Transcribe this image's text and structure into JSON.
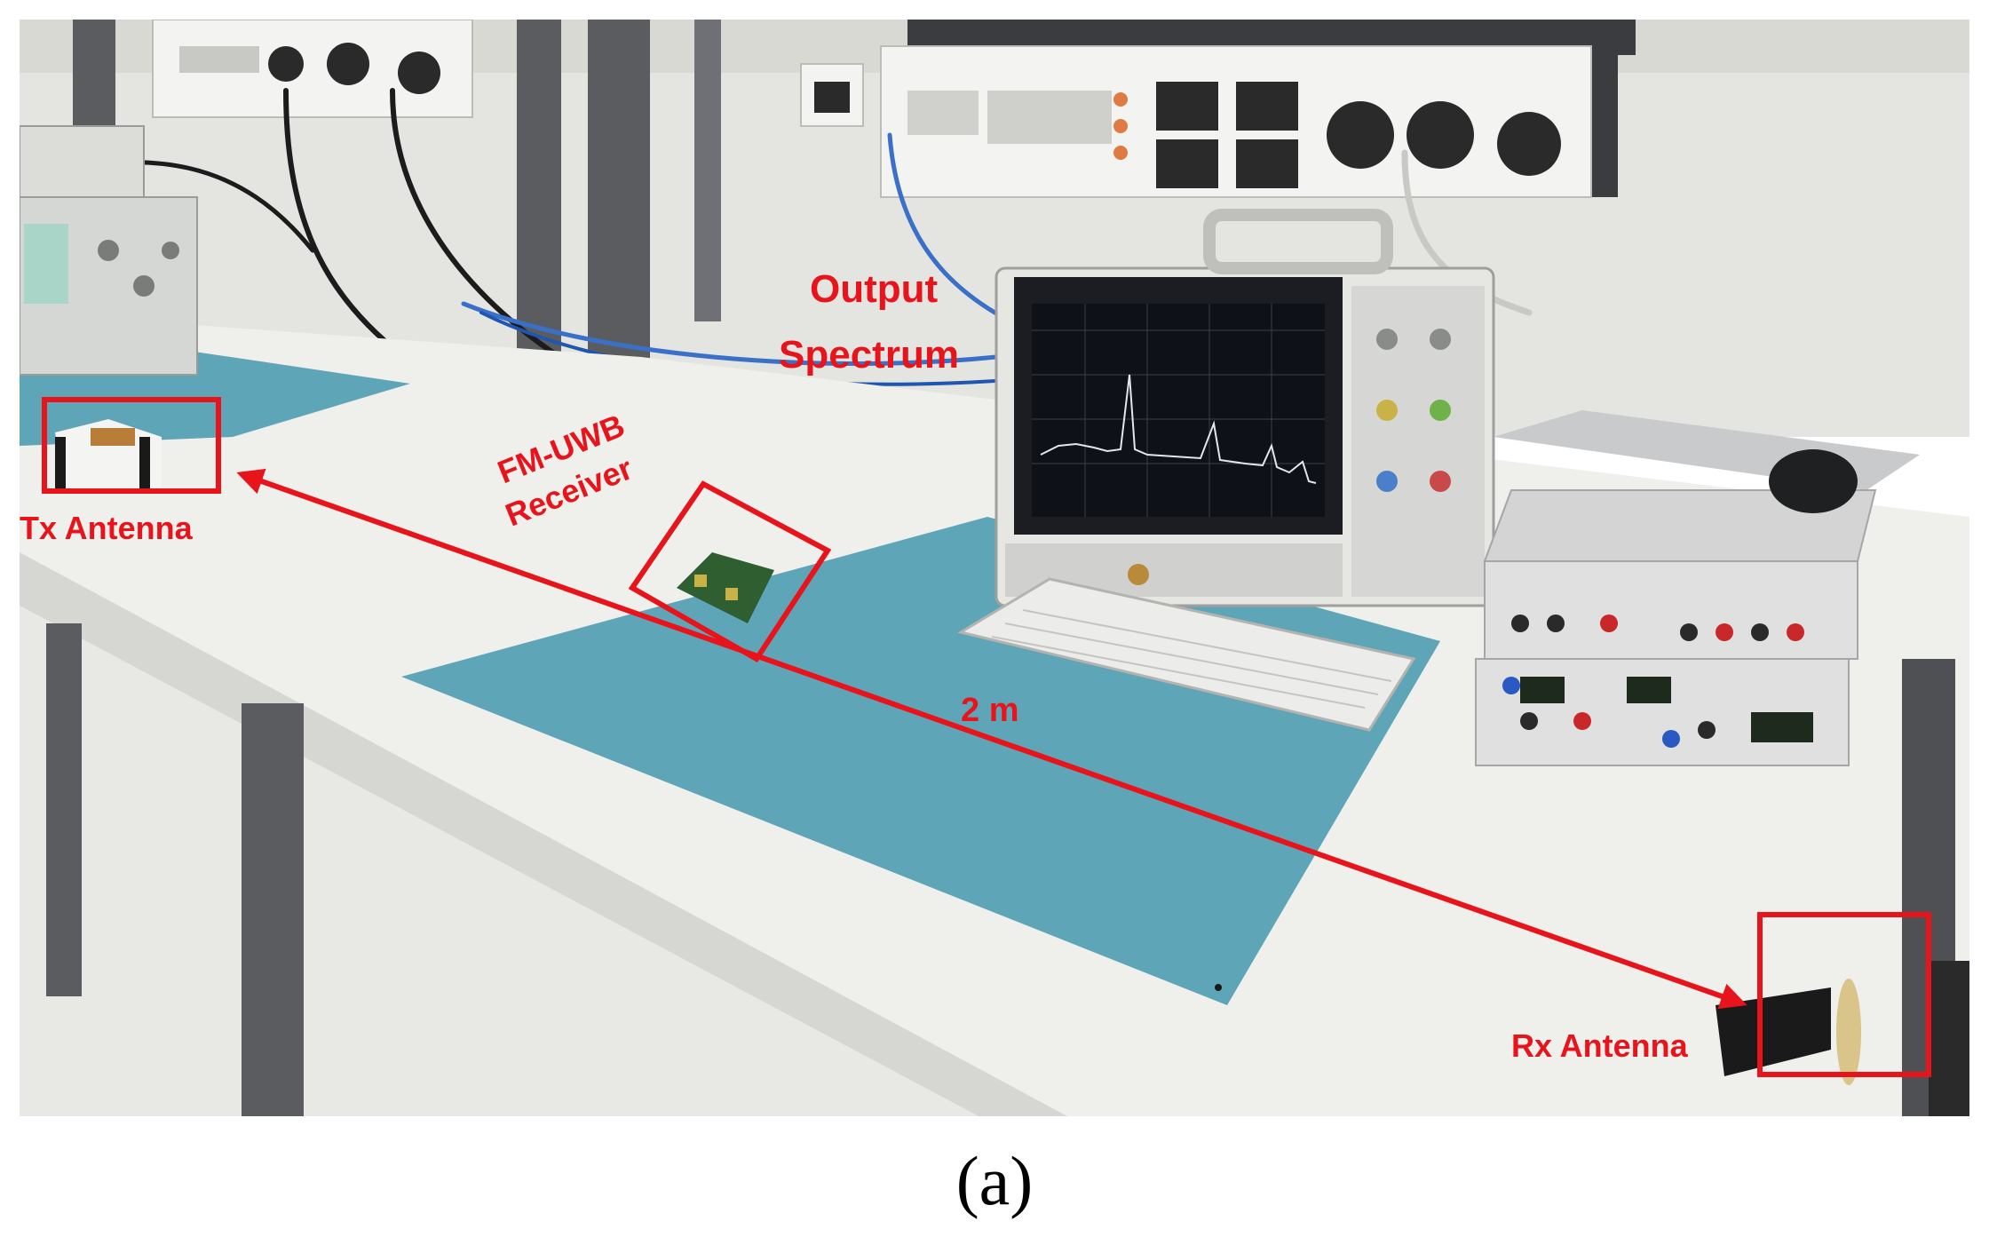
{
  "labels": {
    "tx_antenna": "Tx Antenna",
    "rx_antenna": "Rx Antenna",
    "receiver_line1": "FM-UWB",
    "receiver_line2": "Receiver",
    "output_line1": "Output",
    "output_line2": "Spectrum",
    "distance": "2 m"
  },
  "caption": "(a)",
  "colors": {
    "annotation": "#e8141c",
    "mat": "#5fa5b8",
    "bench": "#ededea",
    "wall": "#e3e3df",
    "frame": "#5a5c60"
  },
  "icons": {
    "distance_arrow": "double-headed-arrow"
  }
}
